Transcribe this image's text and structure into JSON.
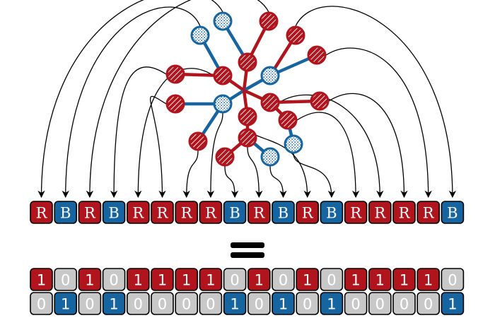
{
  "colors": {
    "red": "#b0141c",
    "blue": "#1665a0",
    "gray": "#c8c8c8",
    "outline": "#000000",
    "arrow": "#000000"
  },
  "sequence": [
    "R",
    "B",
    "R",
    "B",
    "R",
    "R",
    "R",
    "R",
    "B",
    "R",
    "B",
    "R",
    "B",
    "R",
    "R",
    "R",
    "R",
    "B"
  ],
  "equals_sign": "=",
  "bit_rows": {
    "red_row": [
      "1",
      "0",
      "1",
      "0",
      "1",
      "1",
      "1",
      "1",
      "0",
      "1",
      "0",
      "1",
      "0",
      "1",
      "1",
      "1",
      "1",
      "0"
    ],
    "blue_row": [
      "0",
      "1",
      "0",
      "1",
      "0",
      "0",
      "0",
      "0",
      "1",
      "0",
      "1",
      "0",
      "1",
      "0",
      "0",
      "0",
      "0",
      "1"
    ]
  },
  "molecule": {
    "center_label": "",
    "node_types": [
      "red-hatched",
      "blue-dotted"
    ]
  }
}
